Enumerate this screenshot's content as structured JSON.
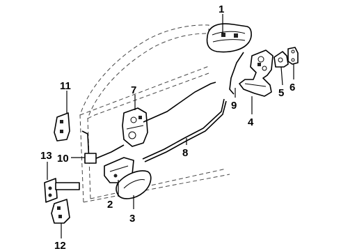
{
  "callouts": [
    {
      "id": "1",
      "part": "outside-handle"
    },
    {
      "id": "2",
      "part": "inside-handle-bracket"
    },
    {
      "id": "3",
      "part": "inside-handle-bezel"
    },
    {
      "id": "4",
      "part": "door-lock-striker"
    },
    {
      "id": "5",
      "part": "striker-bracket"
    },
    {
      "id": "6",
      "part": "striker-plate"
    },
    {
      "id": "7",
      "part": "lock-actuator"
    },
    {
      "id": "8",
      "part": "lock-rod"
    },
    {
      "id": "9",
      "part": "handle-rod"
    },
    {
      "id": "10",
      "part": "remote-control-rod"
    },
    {
      "id": "11",
      "part": "upper-hinge"
    },
    {
      "id": "12",
      "part": "lower-hinge"
    },
    {
      "id": "13",
      "part": "door-check"
    }
  ]
}
